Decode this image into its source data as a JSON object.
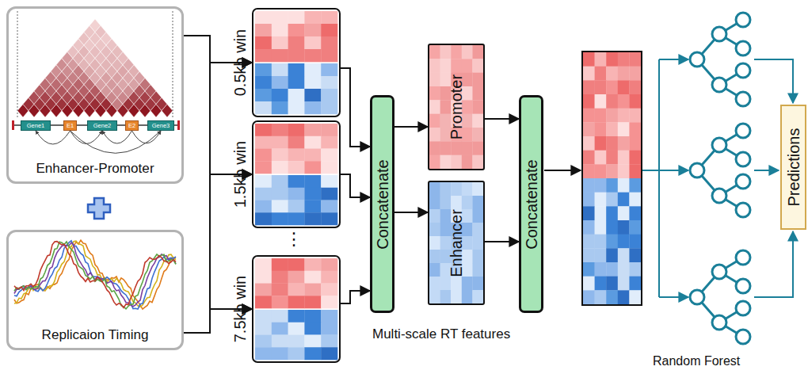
{
  "diagram": {
    "nodes": [
      {
        "text": [
          "Enhancer-Promoter"
        ]
      },
      {
        "text": [
          "Gene1"
        ],
        "in": 0
      },
      {
        "text": [
          "E1"
        ],
        "in": 0
      },
      {
        "text": [
          "Gene2"
        ],
        "in": 0
      },
      {
        "text": [
          "E2"
        ],
        "in": 0
      },
      {
        "text": [
          "Gene3"
        ],
        "in": 0
      },
      {
        "text": [
          "Replicaion Timing"
        ]
      },
      {
        "text": [
          "0.5kb win"
        ]
      },
      {
        "text": [
          "1.5kb win"
        ]
      },
      {
        "text": [
          "7.5kb win"
        ]
      },
      {
        "text": [
          "Concatenate"
        ]
      },
      {
        "text": [
          "Promoter"
        ]
      },
      {
        "text": [
          "Enhancer"
        ]
      },
      {
        "text": [
          "Concatenate"
        ]
      },
      {
        "text": [
          "Predictions"
        ]
      }
    ],
    "edges": [
      {
        "from": 0,
        "to": 7,
        "arrow": "to"
      },
      {
        "from": 0,
        "to": 8,
        "arrow": "to"
      },
      {
        "from": 0,
        "to": 9,
        "arrow": "to"
      },
      {
        "from": 6,
        "to": 7,
        "arrow": "to"
      },
      {
        "from": 6,
        "to": 8,
        "arrow": "to"
      },
      {
        "from": 6,
        "to": 9,
        "arrow": "to"
      },
      {
        "from": 2,
        "to": 1,
        "arrow": "to"
      },
      {
        "from": 2,
        "to": 3,
        "arrow": "to"
      },
      {
        "from": 4,
        "to": 3,
        "arrow": "to"
      },
      {
        "from": 4,
        "to": 5,
        "arrow": "to"
      },
      {
        "from": 2,
        "to": 5,
        "arrow": "to"
      },
      {
        "from": 7,
        "to": 10,
        "arrow": "to"
      },
      {
        "from": 8,
        "to": 10,
        "arrow": "to"
      },
      {
        "from": 9,
        "to": 10,
        "arrow": "to"
      },
      {
        "from": 10,
        "to": 11,
        "arrow": "to"
      },
      {
        "from": 10,
        "to": 12,
        "arrow": "to"
      },
      {
        "from": 11,
        "to": 13,
        "arrow": "to"
      },
      {
        "from": 12,
        "to": 13,
        "arrow": "to"
      }
    ],
    "labels": [
      "⋮",
      "Multi-scale RT features",
      "Random Forest"
    ]
  }
}
